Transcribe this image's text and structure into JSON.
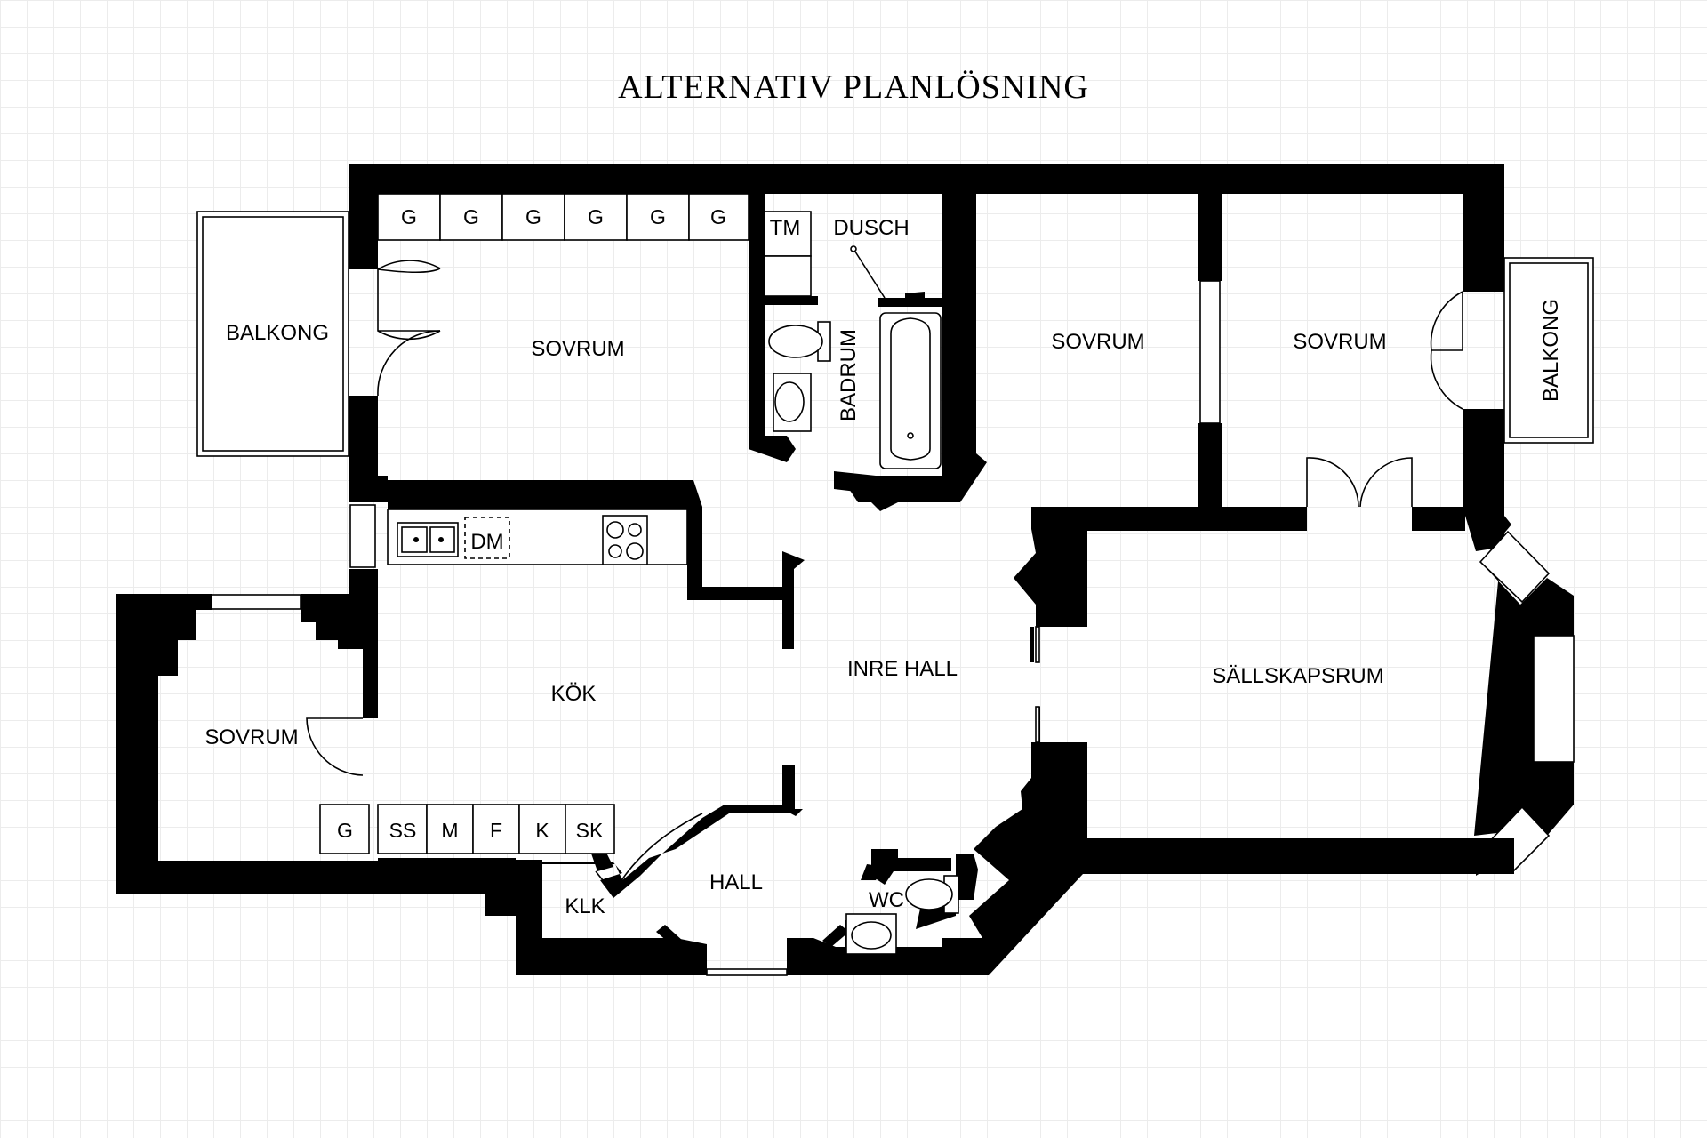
{
  "title": "ALTERNATIV PLANLÖSNING",
  "rooms": {
    "sovrum_nw": "SOVRUM",
    "sovrum_mid": "SOVRUM",
    "sovrum_ne": "SOVRUM",
    "sovrum_w": "SOVRUM",
    "balkong_w": "BALKONG",
    "balkong_e": "BALKONG",
    "badrum": "BADRUM",
    "dusch": "DUSCH",
    "tm": "TM",
    "kok": "KÖK",
    "dm": "DM",
    "inre_hall": "INRE HALL",
    "sallskapsrum": "SÄLLSKAPSRUM",
    "hall": "HALL",
    "klk": "KLK",
    "wc": "WC"
  },
  "wardrobes_top": [
    "G",
    "G",
    "G",
    "G",
    "G",
    "G"
  ],
  "kitchen_units": [
    "G",
    "SS",
    "M",
    "F",
    "K",
    "SK"
  ],
  "colors": {
    "wall": "#000000",
    "background": "#ffffff",
    "grid": "#ececec"
  },
  "icons": [
    "door-swing-icon",
    "toilet-icon",
    "sink-icon",
    "bathtub-icon",
    "stove-icon",
    "double-sink-icon"
  ]
}
